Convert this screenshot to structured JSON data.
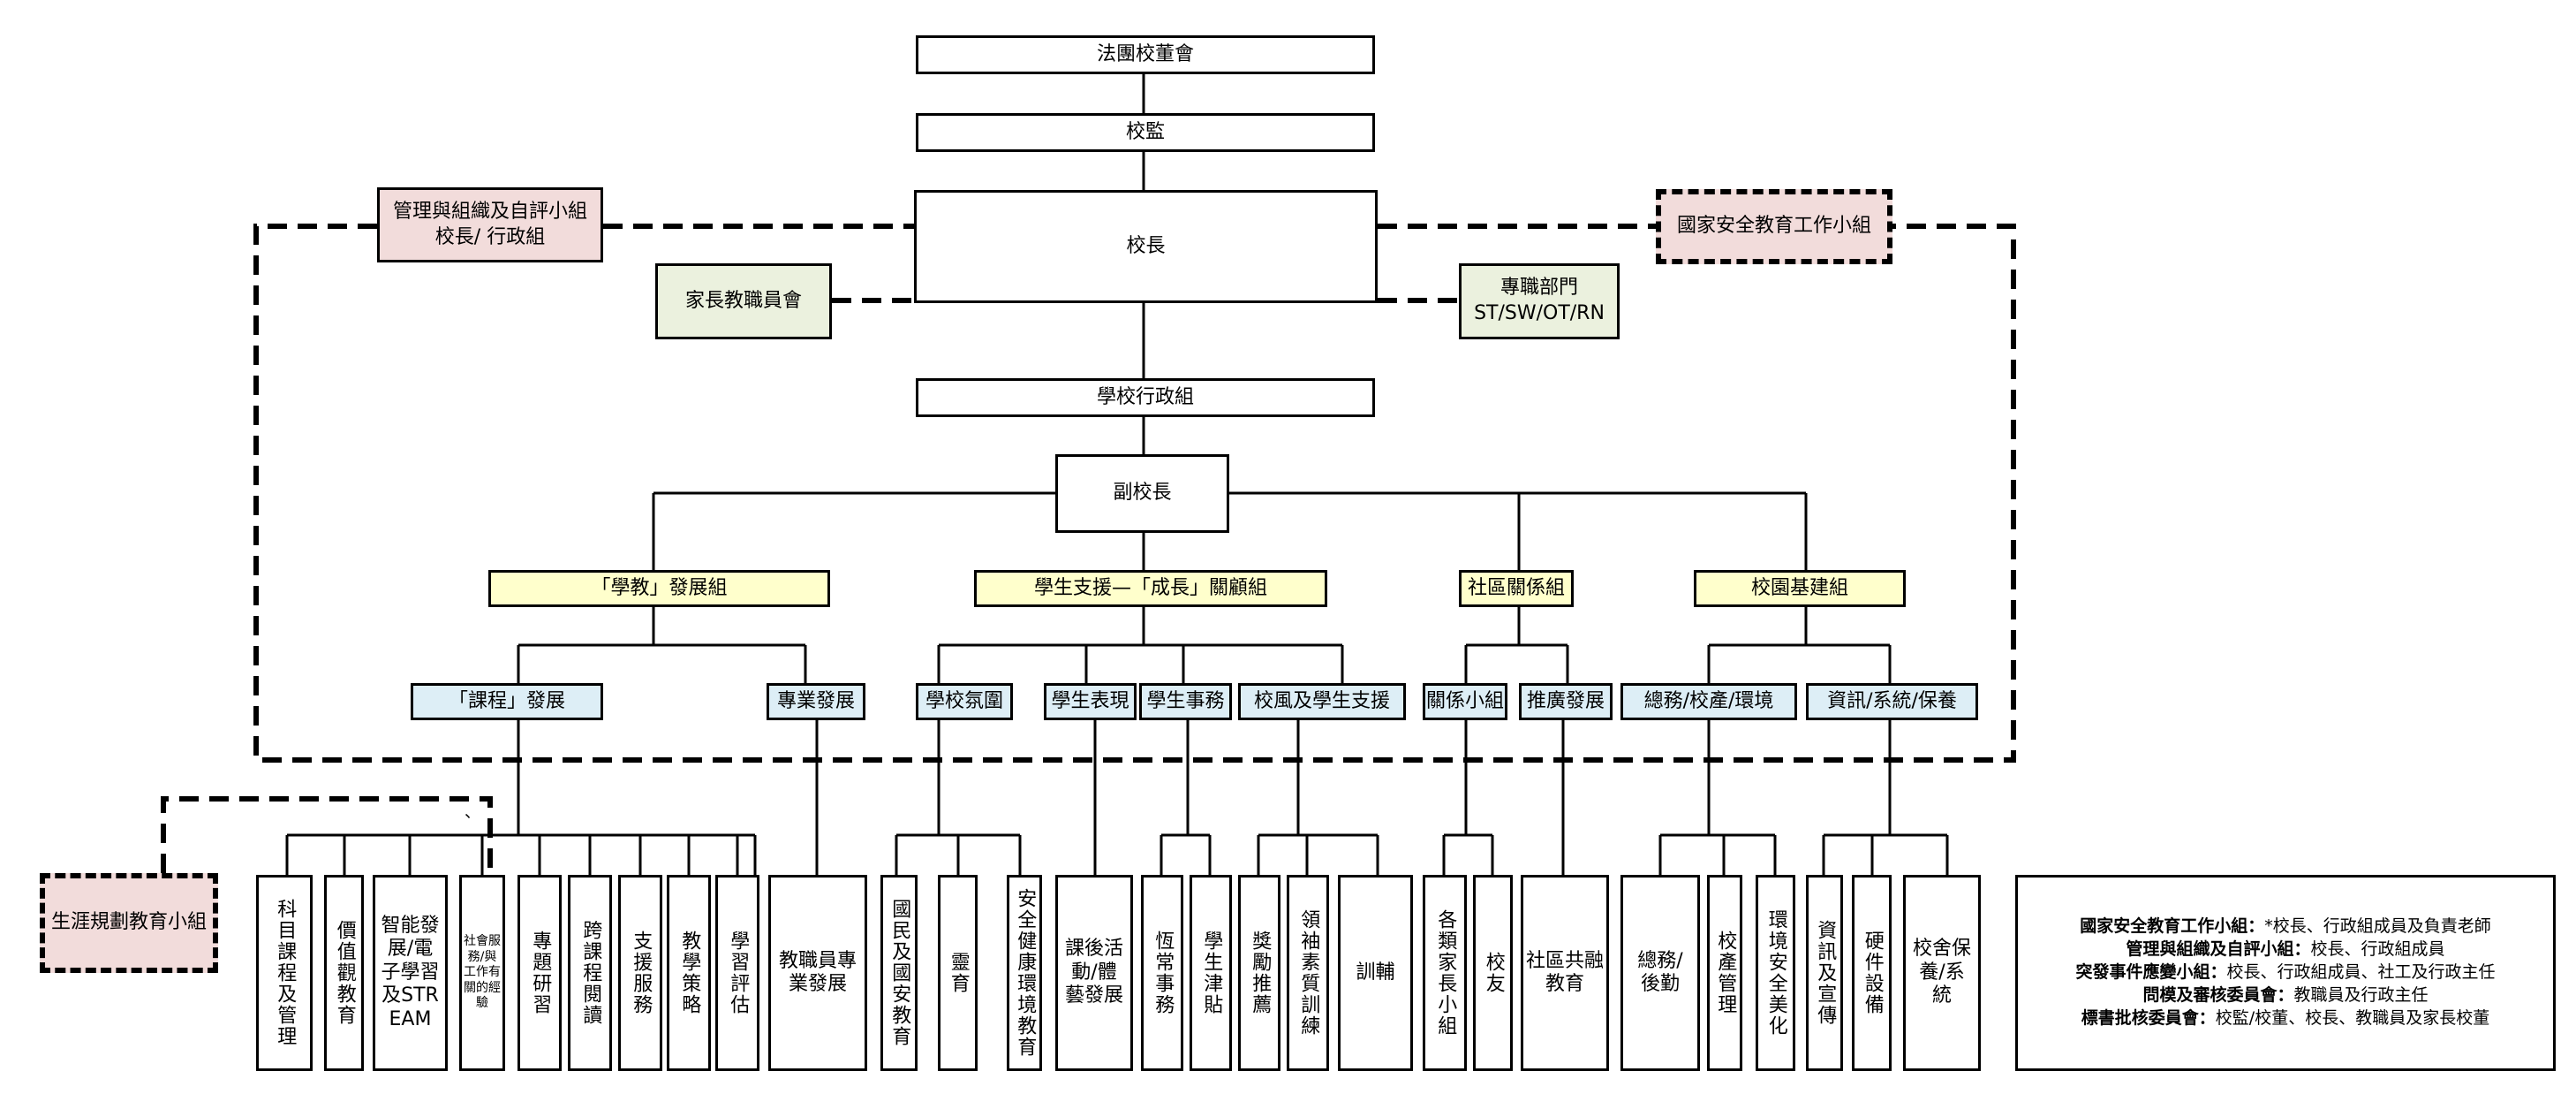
{
  "top": {
    "board": "法團校董會",
    "supervisor": "校監",
    "principal": "校長",
    "admin": "學校行政組",
    "vice": "副校長"
  },
  "side": {
    "mgmt_line1": "管理與組織及自評小組",
    "mgmt_line2": "校長/ 行政組",
    "pta": "家長教職員會",
    "national": "國家安全教育工作小組",
    "prof_line1": "專職部門",
    "prof_line2": "ST/SW/OT/RN",
    "career": "生涯規劃教育小組"
  },
  "groups": {
    "teaching": "「學教」發展組",
    "support": "學生支援—「成長」關顧組",
    "community": "社區關係組",
    "infra": "校園基建組"
  },
  "subs": {
    "curriculum": "「課程」發展",
    "prof_dev": "專業發展",
    "atmosphere": "學校氛圍",
    "performance": "學生表現",
    "affairs": "學生事務",
    "ethos": "校風及學生支援",
    "relations": "關係小組",
    "promotion": "推廣發展",
    "general": "總務/校產/環境",
    "it": "資訊/系統/保養"
  },
  "leaves": {
    "l1": "科目課程及管理",
    "l2": "價值觀教育",
    "l3": "智能發展/電子學習及STREAM",
    "l4": "社會服務/與工作有關的經驗",
    "l5": "專題研習",
    "l6": "跨課程閱讀",
    "l7": "支援服務",
    "l8": "教學策略",
    "l9": "學習評估",
    "l10": "教職員專業發展",
    "l11": "國民及國安教育",
    "l12": "靈育",
    "l13": "安全健康環境教育",
    "l14": "課後活動/體藝發展",
    "l15": "恆常事務",
    "l16": "學生津貼",
    "l17": "獎勵推薦",
    "l18": "領袖素質訓練",
    "l19": "訓輔",
    "l20": "各類家長小組",
    "l21": "校友",
    "l22": "社區共融教育",
    "l23": "總務/後勤",
    "l24": "校產管理",
    "l25": "環境安全美化",
    "l26": "資訊及宣傳",
    "l27": "硬件設備",
    "l28": "校舍保養/系統"
  },
  "stray_mark": "、",
  "legend": {
    "r1_bold": "國家安全教育工作小組：",
    "r1_text": "*校長、行政組成員及負責老師",
    "r2_bold": "管理與組織及自評小組：",
    "r2_text": "校長、行政組成員",
    "r3_bold": "突發事件應變小組：",
    "r3_text": "校長、行政組成員、社工及行政主任",
    "r4_bold": "問模及審核委員會：",
    "r4_text": "教職員及行政主任",
    "r5_bold": "標書批核委員會：",
    "r5_text": "校監/校董、校長、教職員及家長校董"
  },
  "colors": {
    "yellow": "#ffffcc",
    "blue": "#ddeef6",
    "green": "#ebf1de",
    "pink": "#f2dcdb"
  }
}
